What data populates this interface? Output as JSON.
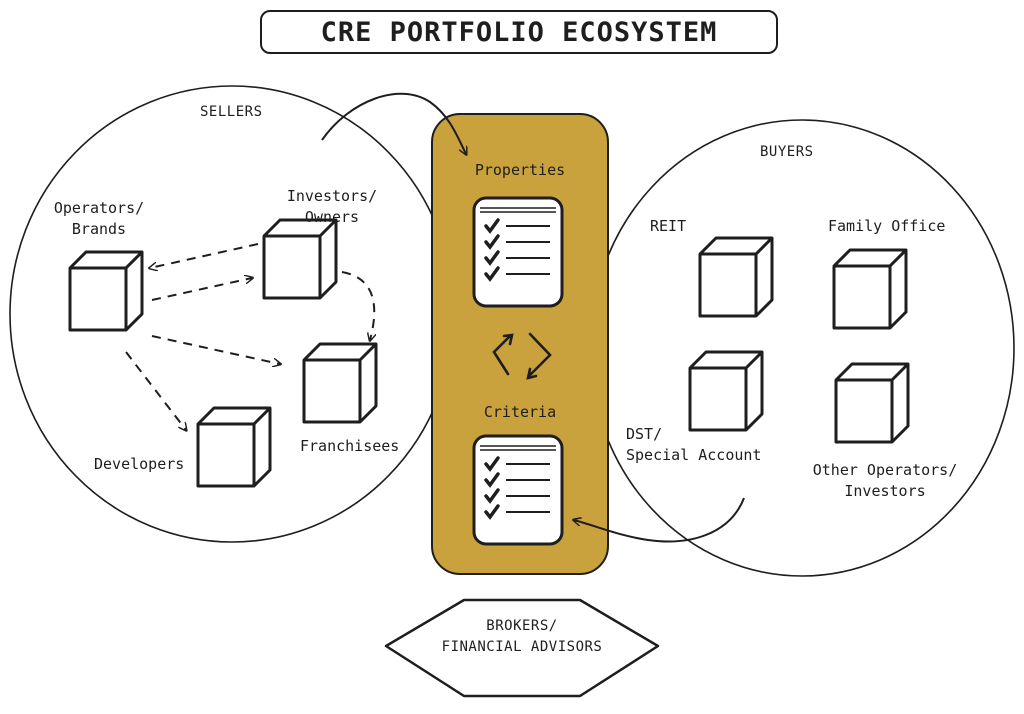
{
  "title": "CRE PORTFOLIO ECOSYSTEM",
  "colors": {
    "stroke": "#1e1e1e",
    "hub_fill": "#c9a13d",
    "card_fill": "#ffffff",
    "background": "#ffffff"
  },
  "sellers": {
    "group_label": "SELLERS",
    "nodes": [
      {
        "label": "Operators/\nBrands"
      },
      {
        "label": "Investors/\nOwners"
      },
      {
        "label": "Franchisees"
      },
      {
        "label": "Developers"
      }
    ]
  },
  "hub": {
    "properties_label": "Properties",
    "criteria_label": "Criteria",
    "cycle_icon": "refresh-cycle-icon",
    "checklist_icon": "checklist-icon"
  },
  "buyers": {
    "group_label": "BUYERS",
    "nodes": [
      {
        "label": "REIT"
      },
      {
        "label": "Family Office"
      },
      {
        "label": "DST/\nSpecial Account"
      },
      {
        "label": "Other Operators/\nInvestors"
      }
    ]
  },
  "intermediary": {
    "label": "BROKERS/\nFINANCIAL ADVISORS"
  }
}
